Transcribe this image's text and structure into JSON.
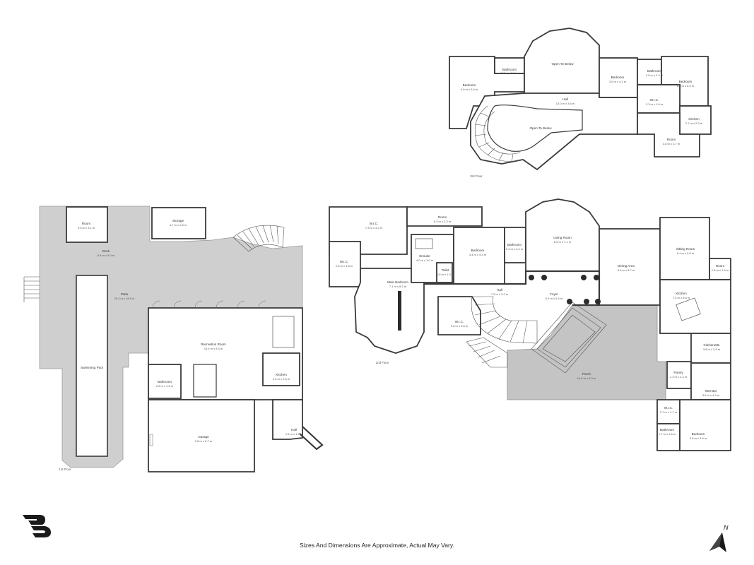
{
  "disclaimer": "Sizes And Dimensions Are Approximate, Actual May Vary.",
  "compass_letter": "N",
  "colors": {
    "wall": "#3a3a3a",
    "exterior_area": "#cfcfcf",
    "background": "#ffffff"
  },
  "icons": {
    "logo": "brand-logo-icon",
    "compass": "north-arrow-icon"
  },
  "floors": {
    "first": {
      "label": "1st Floor",
      "rooms": {
        "room": {
          "name": "Room",
          "dim": "5.0 m x 3.1 m"
        },
        "storage": {
          "name": "Storage",
          "dim": "4.7 m x 2.8 m"
        },
        "deck": {
          "name": "Deck",
          "dim": "8.8 m x 5.0 m"
        },
        "patio": {
          "name": "Patio",
          "dim": "25.0 m x 18.8 m"
        },
        "swimming_pool": {
          "name": "Swimming Pool",
          "dim": ""
        },
        "recreation_room": {
          "name": "Recreation Room",
          "dim": "16.4 m x 8.3 m"
        },
        "kitchen": {
          "name": "Kitchen",
          "dim": "3.5 m x 2.6 m"
        },
        "bathroom": {
          "name": "Bathroom",
          "dim": "2.6 m x 1.8 m"
        },
        "garage": {
          "name": "Garage",
          "dim": "9.8 m x 6.7 m"
        },
        "hall": {
          "name": "Hall",
          "dim": "1.5 m x 1.7 m"
        }
      }
    },
    "second": {
      "label": "2nd Floor",
      "rooms": {
        "wic_left": {
          "name": "W.I.C.",
          "dim": "7.3 m x 3.2 m"
        },
        "room": {
          "name": "Room",
          "dim": "8.3 m x 2.3 m"
        },
        "wic_small": {
          "name": "W.I.C.",
          "dim": "2.8 m x 3.8 m"
        },
        "main_bedroom": {
          "name": "Main Bedroom",
          "dim": "7.1 m x 8.2 m"
        },
        "ensuite": {
          "name": "Ensuite",
          "dim": "4.0 m x 3.0 m"
        },
        "toilet": {
          "name": "Toilet",
          "dim": "1.8 m x 1.0 m"
        },
        "bedroom": {
          "name": "Bedroom",
          "dim": "4.4 m x 4.4 m"
        },
        "bathroom": {
          "name": "Bathroom",
          "dim": "2.4 m x 3.4 m"
        },
        "living_room": {
          "name": "Living Room",
          "dim": "6.5 m x 7.1 m"
        },
        "dining_area": {
          "name": "Dining Area",
          "dim": "5.6 m x 6.7 m"
        },
        "sitting_room": {
          "name": "Sitting Room",
          "dim": "6.4 m x 3.6 m"
        },
        "room_right": {
          "name": "Room",
          "dim": "1.8 m x 1.6 m"
        },
        "kitchen": {
          "name": "Kitchen",
          "dim": "7.5 m x 6.6 m"
        },
        "hall": {
          "name": "Hall",
          "dim": "7.5 m x 3.2 m"
        },
        "foyer": {
          "name": "Foyer",
          "dim": "6.5 m x 5.4 m"
        },
        "wic_lower": {
          "name": "W.I.C.",
          "dim": "3.8 m x 3.6 m"
        },
        "kitchenette": {
          "name": "Kitchenette",
          "dim": "3.6 m x 2.5 m"
        },
        "pantry": {
          "name": "Pantry",
          "dim": "1.3 m x 2.4 m"
        },
        "wet_bar": {
          "name": "Wet Bar",
          "dim": "3.6 m x 4.3 m"
        },
        "porch": {
          "name": "Porch",
          "dim": "14.6 m x 8.3 m"
        },
        "wic_bottom": {
          "name": "W.I.C.",
          "dim": "2.7 m x 1.7 m"
        },
        "bathroom_bottom": {
          "name": "Bathroom",
          "dim": "1.7 m x 2.8 m"
        },
        "bedroom_bottom": {
          "name": "Bedroom",
          "dim": "3.6 m x 3.9 m"
        }
      }
    },
    "third": {
      "label": "3rd Floor",
      "rooms": {
        "bedroom_left": {
          "name": "Bedroom",
          "dim": "6.9 m x 3.6 m"
        },
        "bathroom_left": {
          "name": "Bathroom",
          "dim": "2.8 m x 2.6 m"
        },
        "open_to_below_top": {
          "name": "Open To Below",
          "dim": ""
        },
        "hall": {
          "name": "Hall",
          "dim": "13.0 m x 3.6 m"
        },
        "open_to_below_bottom": {
          "name": "Open To Below",
          "dim": ""
        },
        "bedroom_mid": {
          "name": "Bedroom",
          "dim": "3.0 m x 3.2 m"
        },
        "bathroom_right": {
          "name": "Bathroom",
          "dim": "2.5 m x 2.4 m"
        },
        "bedroom_right": {
          "name": "Bedroom",
          "dim": "6.0 m x 5.3 m"
        },
        "wic": {
          "name": "W.I.C.",
          "dim": "2.3 m x 1.8 m"
        },
        "kitchen": {
          "name": "Kitchen",
          "dim": "2.7 m x 2.5 m"
        },
        "room": {
          "name": "Room",
          "dim": "3.8 m x 3.7 m"
        }
      }
    }
  }
}
